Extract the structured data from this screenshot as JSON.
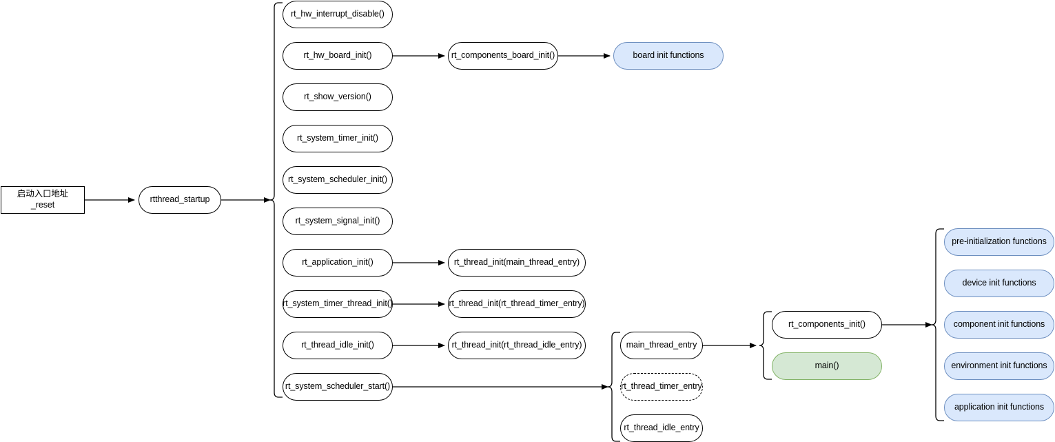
{
  "diagram": {
    "title": "RT-Thread startup flow",
    "colors": {
      "blue_fill": "#dae8fc",
      "blue_stroke": "#6c8ebf",
      "green_fill": "#d5e8d4",
      "green_stroke": "#82b366",
      "default_fill": "#ffffff",
      "default_stroke": "#000000"
    },
    "entry": {
      "label": "启动入口地址\n_reset"
    },
    "startup": {
      "label": "rtthread_startup"
    },
    "startup_steps": [
      {
        "label": "rt_hw_interrupt_disable()"
      },
      {
        "label": "rt_hw_board_init()"
      },
      {
        "label": "rt_show_version()"
      },
      {
        "label": "rt_system_timer_init()"
      },
      {
        "label": "rt_system_scheduler_init()"
      },
      {
        "label": "rt_system_signal_init()"
      },
      {
        "label": "rt_application_init()"
      },
      {
        "label": "rt_system_timer_thread_init()"
      },
      {
        "label": "rt_thread_idle_init()"
      },
      {
        "label": "rt_system_scheduler_start()"
      }
    ],
    "board_init": {
      "components_board_init": "rt_components_board_init()",
      "board_init_functions": "board init functions"
    },
    "thread_inits": [
      {
        "label": "rt_thread_init(main_thread_entry)"
      },
      {
        "label": "rt_thread_init(rt_thread_timer_entry)"
      },
      {
        "label": "rt_thread_init(rt_thread_idle_entry)"
      }
    ],
    "thread_entries": [
      {
        "label": "main_thread_entry",
        "style": "solid"
      },
      {
        "label": "rt_thread_timer_entry",
        "style": "dashed"
      },
      {
        "label": "rt_thread_idle_entry",
        "style": "solid"
      }
    ],
    "main_group": [
      {
        "label": "rt_components_init()",
        "style": "default"
      },
      {
        "label": "main()",
        "style": "green"
      }
    ],
    "init_functions": [
      {
        "label": "pre-initialization functions"
      },
      {
        "label": "device init functions"
      },
      {
        "label": "component init functions"
      },
      {
        "label": "environment init functions"
      },
      {
        "label": "application init functions"
      }
    ]
  }
}
